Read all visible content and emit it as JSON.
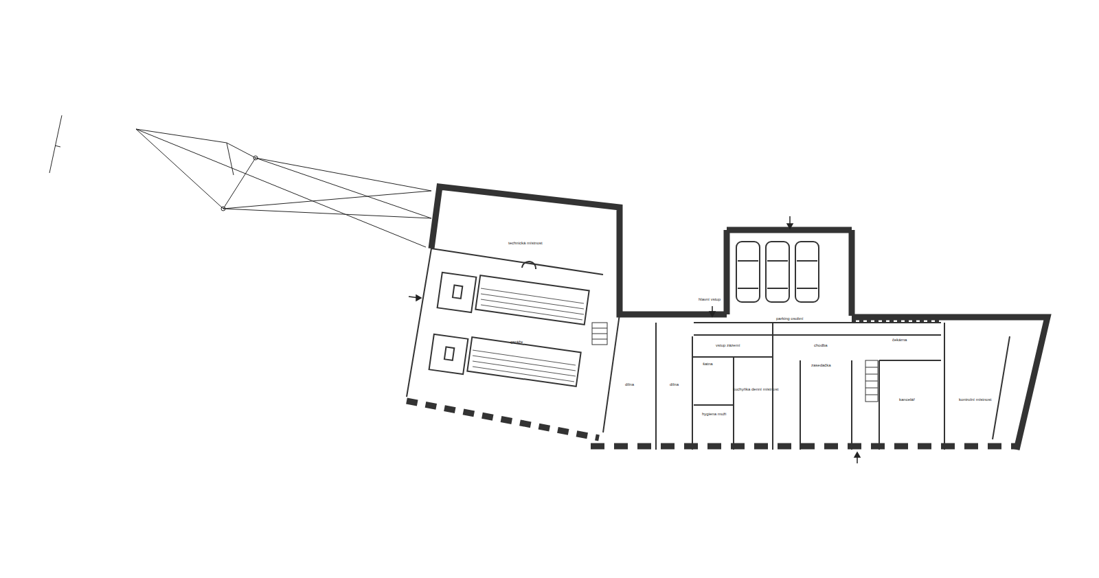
{
  "diagram": {
    "nodes": [
      {
        "text": [
          "technická místnost"
        ]
      },
      {
        "text": [
          "garáže"
        ]
      },
      {
        "text": [
          "dílna"
        ]
      },
      {
        "text": [
          "dílna"
        ]
      },
      {
        "text": [
          "hlavní vstup"
        ]
      },
      {
        "text": [
          "parking osobní"
        ]
      },
      {
        "text": [
          "vstup zázemí"
        ]
      },
      {
        "text": [
          "šatna"
        ]
      },
      {
        "text": [
          "hygiena muži"
        ]
      },
      {
        "text": [
          "kuchyňka denní místnost"
        ]
      },
      {
        "text": [
          "chodba"
        ]
      },
      {
        "text": [
          "zasedačka"
        ]
      },
      {
        "text": [
          "čekárna"
        ]
      },
      {
        "text": [
          "kancelář"
        ]
      },
      {
        "text": [
          "kontrolní místnost"
        ]
      }
    ]
  }
}
